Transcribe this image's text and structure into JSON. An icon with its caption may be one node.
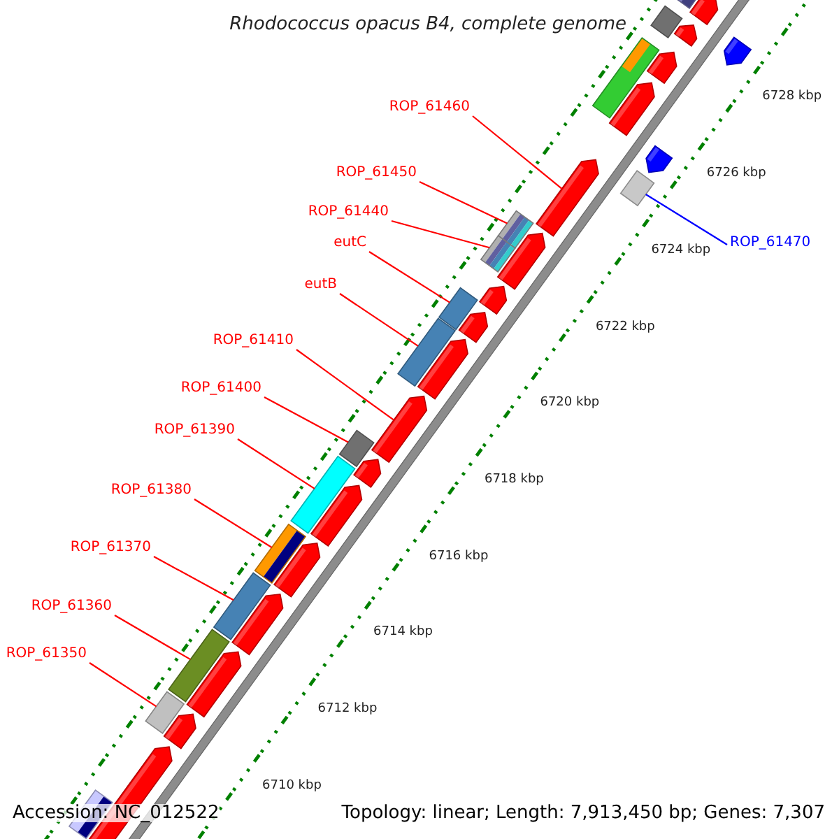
{
  "diagram": {
    "title": "Rhodococcus opacus B4, complete genome",
    "nodes": [
      {
        "text": [
          "ROP_61460"
        ]
      },
      {
        "text": [
          "ROP_61450"
        ]
      },
      {
        "text": [
          "ROP_61440"
        ]
      },
      {
        "text": [
          "eutC"
        ]
      },
      {
        "text": [
          "eutB"
        ]
      },
      {
        "text": [
          "ROP_61410"
        ]
      },
      {
        "text": [
          "ROP_61400"
        ]
      },
      {
        "text": [
          "ROP_61390"
        ]
      },
      {
        "text": [
          "ROP_61380"
        ]
      },
      {
        "text": [
          "ROP_61370"
        ]
      },
      {
        "text": [
          "ROP_61360"
        ]
      },
      {
        "text": [
          "ROP_61350"
        ]
      },
      {
        "text": [
          "ROP_61470"
        ]
      },
      {
        "text": [],
        "shape": "arrow"
      },
      {
        "text": [],
        "shape": "bar"
      },
      {
        "text": [],
        "shape": "bar"
      },
      {
        "text": [],
        "shape": "bar"
      },
      {
        "text": [],
        "shape": "bar"
      },
      {
        "text": [],
        "shape": "arrow"
      },
      {
        "text": [],
        "shape": "bar"
      },
      {
        "text": [],
        "shape": "bar"
      },
      {
        "text": [],
        "shape": "bar"
      },
      {
        "text": [],
        "shape": "bar"
      },
      {
        "text": [],
        "shape": "bar"
      },
      {
        "text": [],
        "shape": "bar"
      },
      {
        "text": [],
        "shape": "bar"
      },
      {
        "text": [],
        "shape": "bar"
      },
      {
        "text": [],
        "shape": "arrow"
      },
      {
        "text": [],
        "shape": "arrow"
      },
      {
        "text": [],
        "shape": "arrow"
      },
      {
        "text": [],
        "shape": "bar"
      },
      {
        "text": [],
        "shape": "arrow"
      },
      {
        "text": [],
        "shape": "bar"
      },
      {
        "text": [],
        "shape": "arrow"
      },
      {
        "text": [],
        "shape": "arrow"
      },
      {
        "text": [],
        "shape": "arrow"
      },
      {
        "text": [],
        "shape": "arrow"
      },
      {
        "text": [],
        "shape": "arrow"
      },
      {
        "text": [],
        "shape": "arrow"
      },
      {
        "text": [],
        "shape": "arrow"
      },
      {
        "text": [],
        "shape": "arrow"
      },
      {
        "text": [],
        "shape": "arrow"
      },
      {
        "text": [],
        "shape": "arrow"
      },
      {
        "text": [],
        "shape": "arrow"
      },
      {
        "text": [],
        "shape": "arrow"
      },
      {
        "text": [],
        "shape": "arrow"
      },
      {
        "text": [],
        "shape": "bar"
      }
    ],
    "edges": [
      {
        "from": 0,
        "to": 13,
        "arrow": "none"
      },
      {
        "from": 1,
        "to": 14,
        "arrow": "none"
      },
      {
        "from": 2,
        "to": 15,
        "arrow": "none"
      },
      {
        "from": 3,
        "to": 16,
        "arrow": "none"
      },
      {
        "from": 4,
        "to": 17,
        "arrow": "none"
      },
      {
        "from": 5,
        "to": 18,
        "arrow": "none"
      },
      {
        "from": 6,
        "to": 19,
        "arrow": "none"
      },
      {
        "from": 7,
        "to": 20,
        "arrow": "none"
      },
      {
        "from": 8,
        "to": 21,
        "arrow": "none"
      },
      {
        "from": 9,
        "to": 22,
        "arrow": "none"
      },
      {
        "from": 10,
        "to": 23,
        "arrow": "none"
      },
      {
        "from": 11,
        "to": 24,
        "arrow": "none"
      },
      {
        "from": 12,
        "to": 25,
        "arrow": "none",
        "color": "#0000ff"
      }
    ],
    "labels": [
      "6728 kbp",
      "6726 kbp",
      "6724 kbp",
      "6722 kbp",
      "6720 kbp",
      "6718 kbp",
      "6716 kbp",
      "6714 kbp",
      "6712 kbp",
      "6710 kbp",
      "Accession: NC_012522",
      "Topology: linear; Length: 7,913,450 bp; Genes: 7,307"
    ]
  }
}
